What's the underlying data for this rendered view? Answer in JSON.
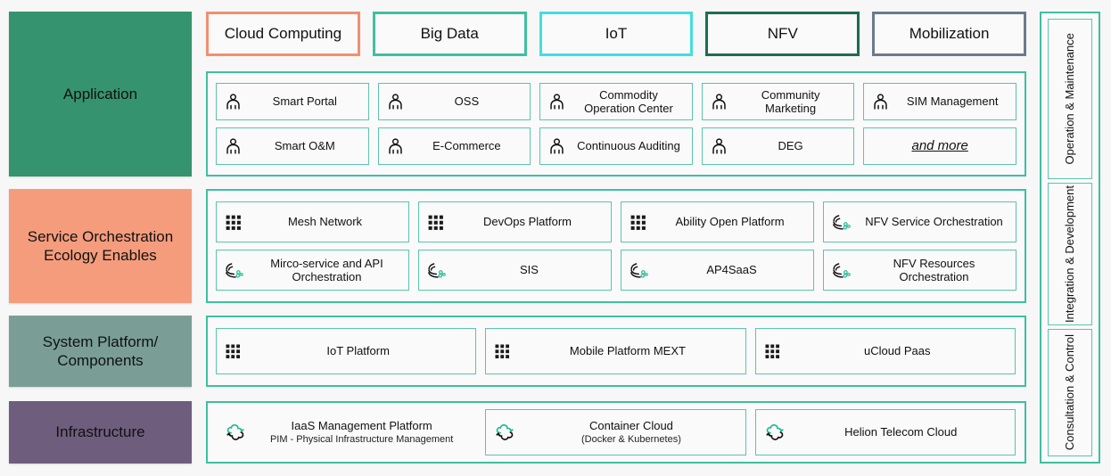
{
  "layers": [
    {
      "name": "Application",
      "color": "#36936f"
    },
    {
      "name": "Service Orchestration Ecology Enables",
      "color": "#f59c7d"
    },
    {
      "name": "System Platform/ Components",
      "color": "#7a9e96"
    },
    {
      "name": "Infrastructure",
      "color": "#6f5d7e"
    }
  ],
  "tags": [
    {
      "label": "Cloud Computing",
      "border": "#f09070"
    },
    {
      "label": "Big Data",
      "border": "#3fbfa0"
    },
    {
      "label": "IoT",
      "border": "#45dde0"
    },
    {
      "label": "NFV",
      "border": "#1f6b54"
    },
    {
      "label": "Mobilization",
      "border": "#6b7b8c"
    }
  ],
  "application_items": [
    {
      "label": "Smart Portal",
      "icon": "person-icon"
    },
    {
      "label": "OSS",
      "icon": "person-icon"
    },
    {
      "label": "Commodity Operation Center",
      "icon": "person-icon"
    },
    {
      "label": "Community Marketing",
      "icon": "person-icon"
    },
    {
      "label": "SIM Management",
      "icon": "person-icon"
    },
    {
      "label": "Smart O&M",
      "icon": "person-icon"
    },
    {
      "label": "E-Commerce",
      "icon": "person-icon"
    },
    {
      "label": "Continuous Auditing",
      "icon": "person-icon"
    },
    {
      "label": "DEG",
      "icon": "person-icon"
    },
    {
      "label": "and more",
      "icon": "none"
    }
  ],
  "service_items": [
    {
      "label": "Mesh Network",
      "icon": "dot-grid-icon"
    },
    {
      "label": "DevOps Platform",
      "icon": "dot-grid-icon"
    },
    {
      "label": "Ability Open Platform",
      "icon": "dot-grid-icon"
    },
    {
      "label": "NFV Service Orchestration",
      "icon": "orchestration-icon"
    },
    {
      "label": "Mirco-service and API Orchestration",
      "icon": "orchestration-icon"
    },
    {
      "label": "SIS",
      "icon": "orchestration-icon"
    },
    {
      "label": "AP4SaaS",
      "icon": "orchestration-icon"
    },
    {
      "label": "NFV Resources Orchestration",
      "icon": "orchestration-icon"
    }
  ],
  "system_items": [
    {
      "label": "IoT Platform",
      "icon": "dot-grid-icon"
    },
    {
      "label": "Mobile Platform MEXT",
      "icon": "dot-grid-icon"
    },
    {
      "label": "uCloud Paas",
      "icon": "dot-grid-icon"
    }
  ],
  "infrastructure_items": [
    {
      "label": "IaaS Management Platform",
      "sublabel": "PIM - Physical Infrastructure Management",
      "icon": "cloud-icon",
      "bordered": false
    },
    {
      "label": "Container Cloud",
      "sublabel": "(Docker & Kubernetes)",
      "icon": "cloud-icon",
      "bordered": true
    },
    {
      "label": "Helion Telecom Cloud",
      "sublabel": "",
      "icon": "cloud-icon",
      "bordered": true
    }
  ],
  "right_sidebar": [
    {
      "label": "Operation & Maintenance"
    },
    {
      "label": "Integration & Development"
    },
    {
      "label": "Consultation & Control"
    }
  ],
  "colors": {
    "teal": "#3fbfa0",
    "cell_border": "#5cc4ac",
    "background": "#f7f7f7",
    "panel_bg": "#fafafa"
  }
}
